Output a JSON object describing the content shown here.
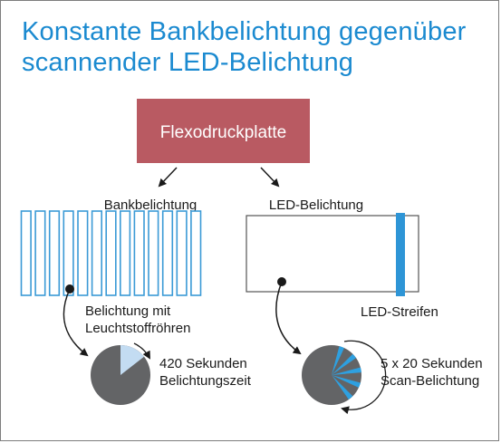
{
  "title": {
    "line1": "Konstante Bankbelichtung gegenüber",
    "line2": "scannender LED-Belichtung"
  },
  "plate": {
    "label": "Flexodruckplatte"
  },
  "bank": {
    "heading": "Bankbelichtung",
    "caption_line1": "Belichtung mit",
    "caption_line2": "Leuchtstoffröhren",
    "time_line1": "420 Sekunden",
    "time_line2": "Belichtungszeit",
    "tube_count": 13
  },
  "led": {
    "heading": "LED-Belichtung",
    "strip_label": "LED-Streifen",
    "time_line1": "5 x 20 Sekunden",
    "time_line2": "Scan-Belichtung",
    "wedge_count": 5
  },
  "colors": {
    "title": "#1b8ad0",
    "plate_fill": "#b95a62",
    "tube_stroke": "#3a9ad6",
    "led_strip": "#2e95d6",
    "pie_gray": "#636466",
    "pie_light": "#c3dcf2",
    "pie_wedge": "#2ea0e0"
  }
}
